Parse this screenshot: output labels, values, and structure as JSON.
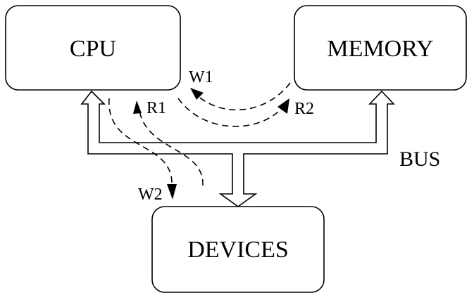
{
  "boxes": {
    "cpu": "CPU",
    "memory": "MEMORY",
    "devices": "DEVICES"
  },
  "bus": "BUS",
  "flows": {
    "w1": "W1",
    "r1": "R1",
    "r2": "R2",
    "w2": "W2"
  }
}
